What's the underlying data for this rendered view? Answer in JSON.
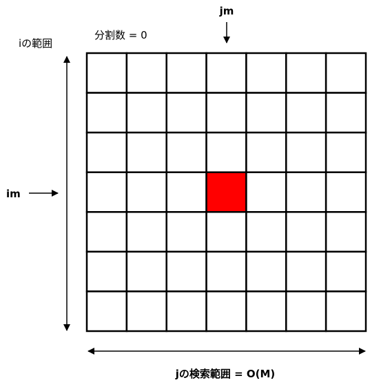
{
  "labels": {
    "top_column_marker": "jm",
    "division_count": "分割数 = 0",
    "i_range": "iの範囲",
    "row_marker": "im",
    "j_search_range": "jの検索範囲 = O(M)"
  },
  "grid": {
    "rows": 7,
    "cols": 7,
    "highlight_row": 3,
    "highlight_col": 3,
    "highlight_color": "#ff0000",
    "line_color": "#000000",
    "cell_fill": "#ffffff"
  }
}
